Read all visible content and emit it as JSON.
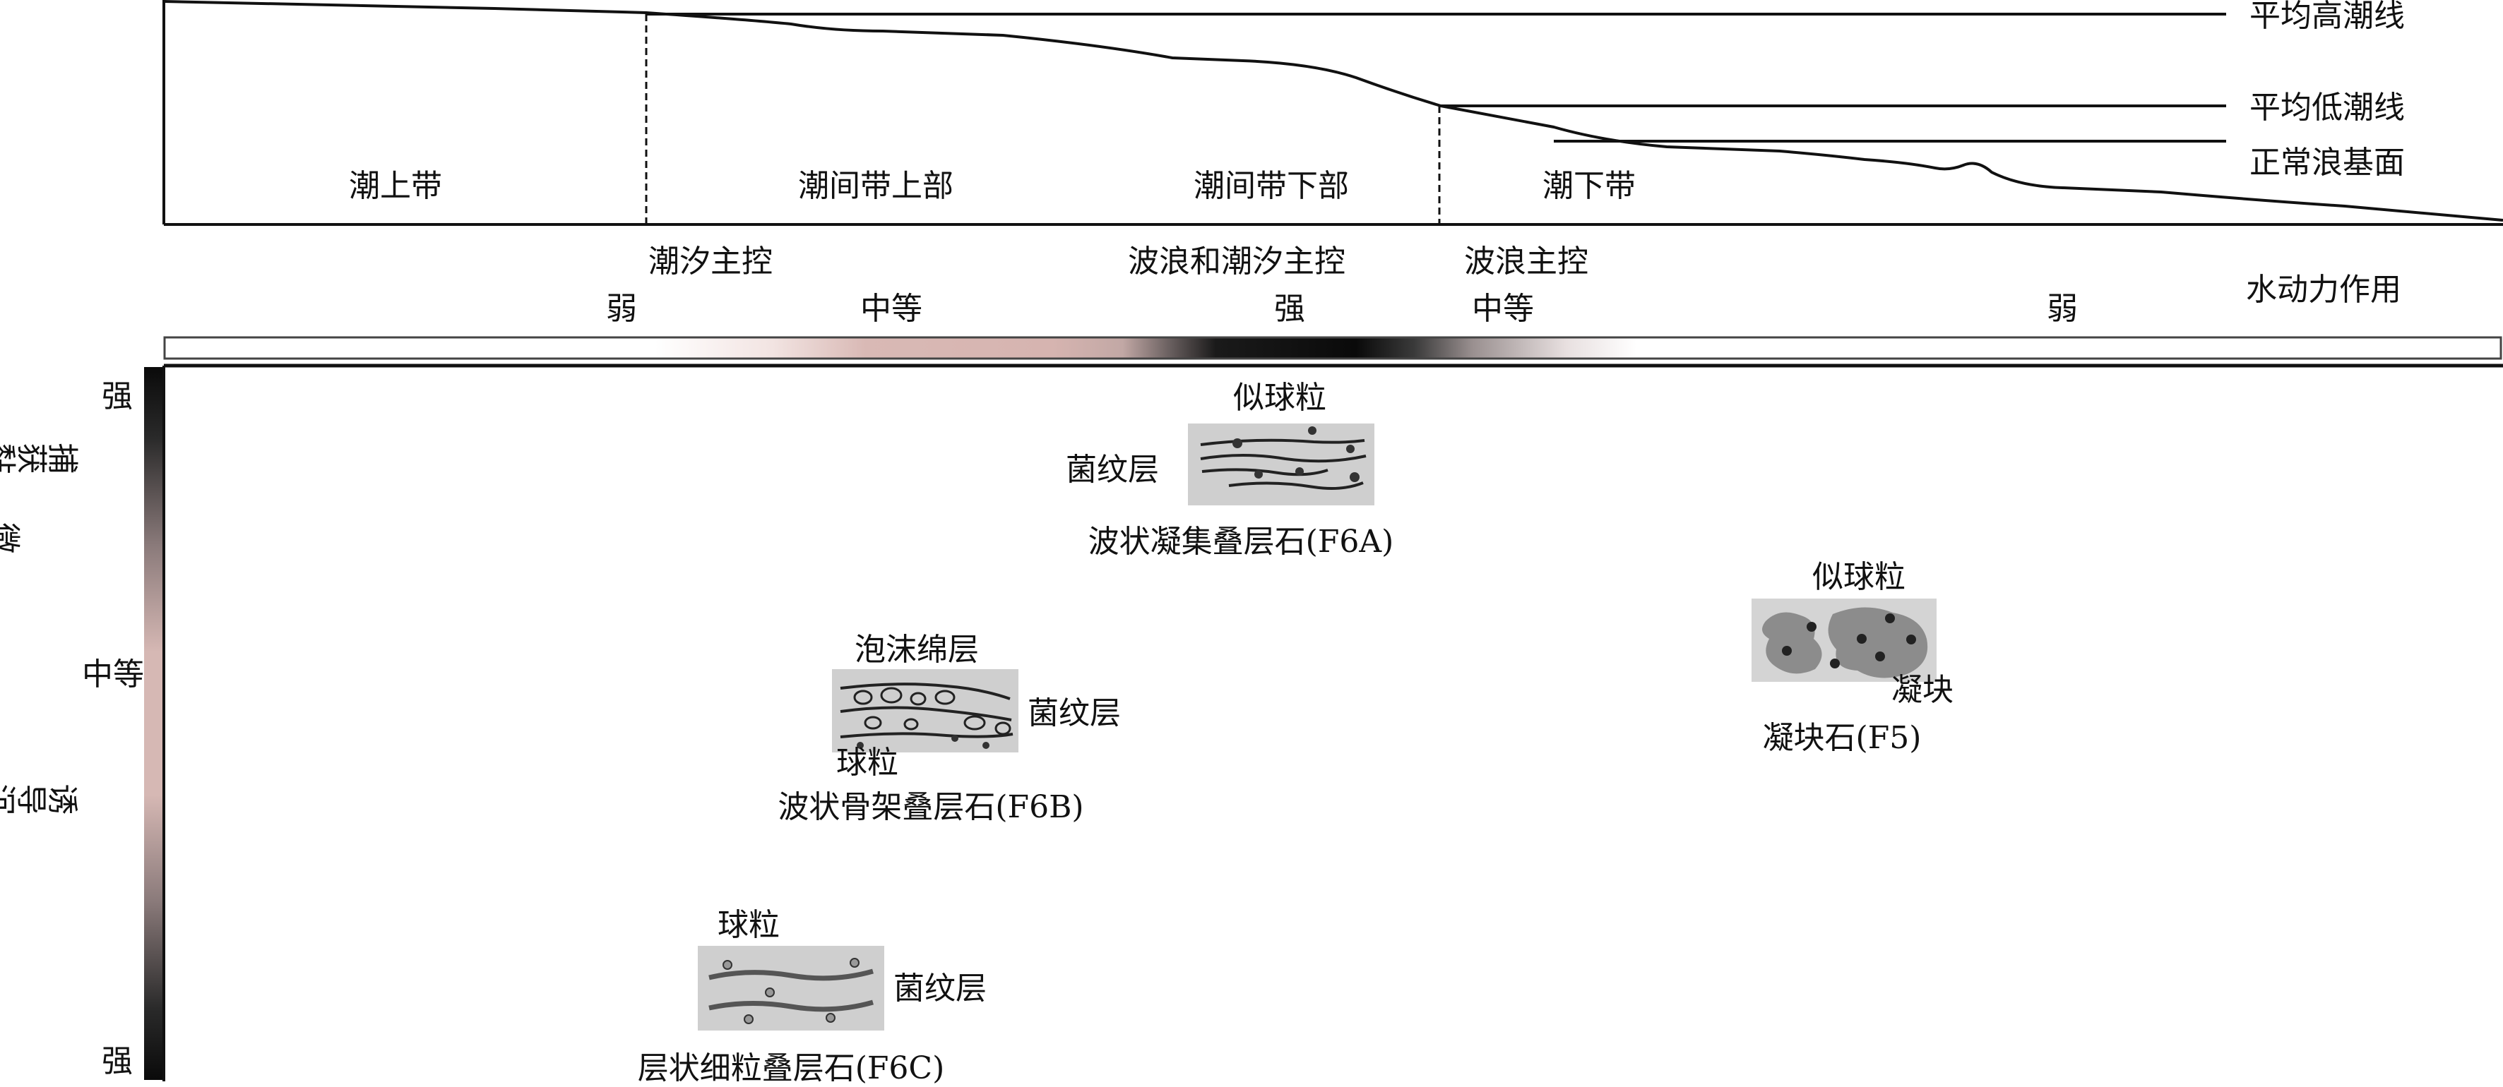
{
  "profile": {
    "tide_lines": [
      "平均高潮线",
      "平均低潮线",
      "正常浪基面"
    ],
    "zones": [
      "潮上带",
      "潮间带上部",
      "潮间带下部",
      "潮下带"
    ]
  },
  "controls": {
    "tide": "潮汐主控",
    "wave_tide": "波浪和潮汐主控",
    "wave": "波浪主控"
  },
  "hydro": {
    "title": "水动力作用",
    "levels": [
      "弱",
      "中等",
      "强",
      "中等",
      "弱"
    ]
  },
  "microbial": {
    "title": "微生物沉积作用",
    "top_level": "强",
    "top_process": "捕获黏结",
    "middle_level": "中等",
    "bottom_process": "诱导沉淀",
    "bottom_level": "强"
  },
  "fabrics": {
    "f6a": {
      "name": "波状凝集叠层石(F6A)",
      "top_label": "似球粒",
      "side_label": "菌纹层"
    },
    "f6b": {
      "name": "波状骨架叠层石(F6B)",
      "top_label": "泡沫绵层",
      "side_label": "菌纹层",
      "bottom_label": "球粒"
    },
    "f6c": {
      "name": "层状细粒叠层石(F6C)",
      "top_label": "球粒",
      "side_label": "菌纹层"
    },
    "f5": {
      "name": "凝块石(F5)",
      "top_label": "似球粒",
      "side_label": "凝块"
    }
  },
  "colors": {
    "ink": "#111111",
    "panel": "#cfcfcf",
    "pink": "#d9b8b4",
    "dark": "#0a0a0a"
  }
}
